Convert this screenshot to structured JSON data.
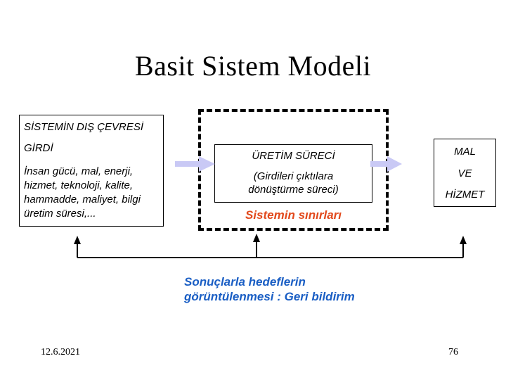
{
  "slide": {
    "title": "Basit Sistem Modeli",
    "footer": {
      "date": "12.6.2021",
      "page_number": "76"
    }
  },
  "environment_box": {
    "heading": "SİSTEMİN DIŞ ÇEVRESİ",
    "subheading": "GİRDİ",
    "items": "İnsan gücü, mal, enerji,\nhizmet, teknoloji, kalite,\nhammadde, maliyet, bilgi\nüretim süresi,..."
  },
  "process_box": {
    "title": "ÜRETİM SÜRECİ",
    "subtitle": "(Girdileri çıktılara\ndönüştürme süreci)",
    "boundary_label": "Sistemin sınırları"
  },
  "output_box": {
    "line1": "MAL",
    "line2": "VE",
    "line3": "HİZMET"
  },
  "feedback": {
    "caption": "Sonuçlarla hedeflerin\ngörüntülenmesi : Geri bildirim"
  },
  "colors": {
    "flow_arrow_fill": "#c9c9f5",
    "boundary_label_text": "#e2491c",
    "feedback_caption_text": "#1a5ec4",
    "line_color": "#000000"
  }
}
